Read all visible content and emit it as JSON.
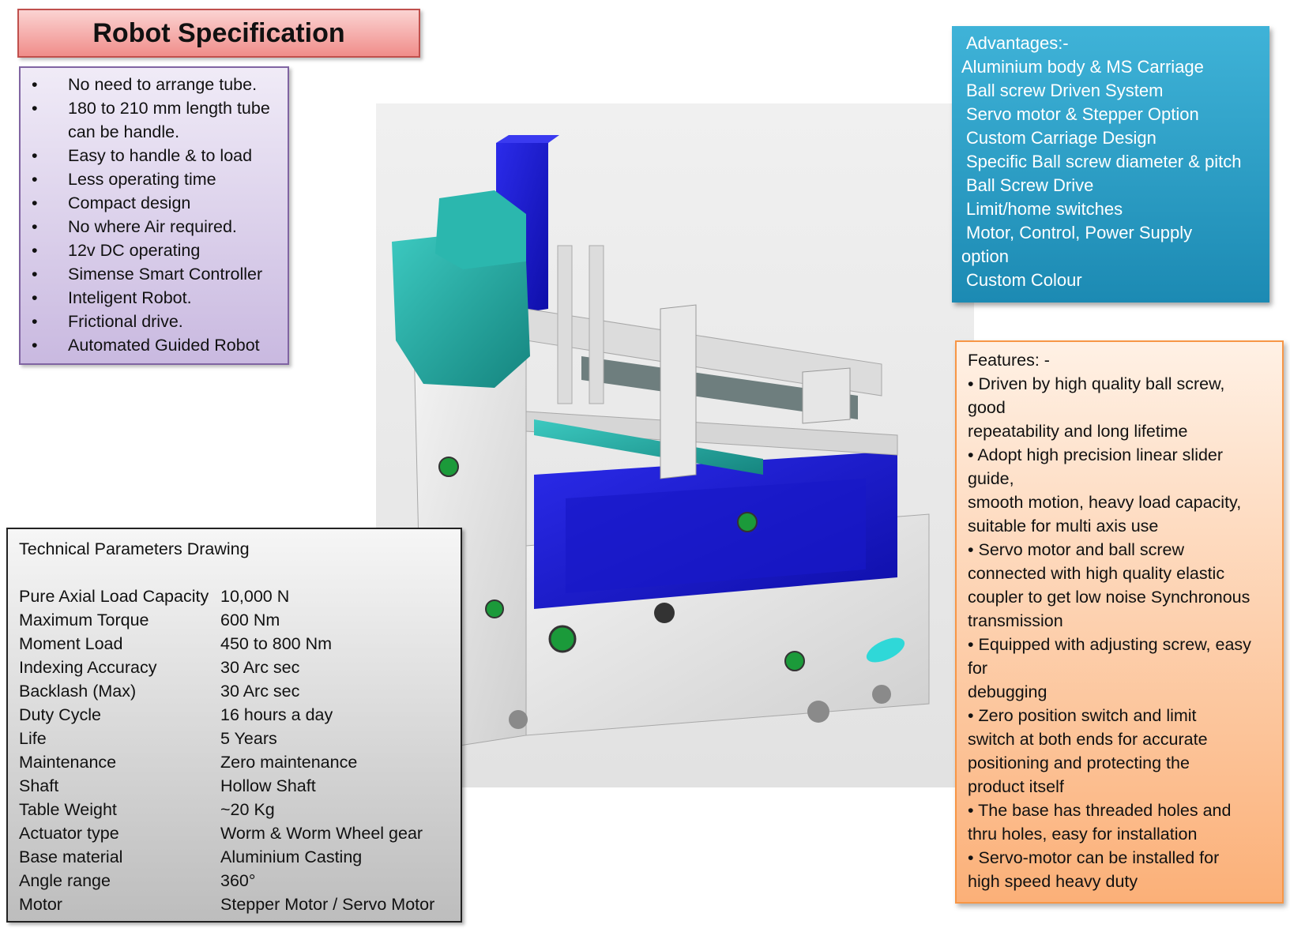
{
  "title": "Robot Specification",
  "spec_list": {
    "items": [
      "No need to arrange tube.",
      "180 to 210 mm length tube can be handle.",
      "Easy to handle & to load",
      "Less operating time",
      "Compact design",
      "No where Air required.",
      "12v DC operating",
      "Simense Smart Controller",
      "Inteligent Robot.",
      "Frictional drive.",
      "Automated Guided Robot"
    ]
  },
  "advantages": {
    "lines": [
      "Advantages:-",
      "Aluminium body & MS Carriage",
      "Ball screw Driven System",
      "Servo motor & Stepper Option",
      "Custom Carriage Design",
      "Specific Ball screw diameter & pitch",
      "Ball Screw Drive",
      "Limit/home switches",
      "Motor, Control, Power Supply",
      "option",
      "Custom Colour"
    ]
  },
  "features": {
    "lines": [
      "Features: -",
      "• Driven by high quality ball screw,",
      "good",
      "repeatability and long lifetime",
      "• Adopt high precision linear slider",
      "guide,",
      "smooth motion, heavy load capacity,",
      "suitable for multi axis use",
      "• Servo motor and ball screw",
      "connected with high quality elastic",
      "coupler to get low noise Synchronous",
      "transmission",
      "• Equipped with adjusting screw, easy",
      "for",
      "debugging",
      "• Zero position switch and limit",
      "switch at both ends for accurate",
      "positioning and protecting the",
      "product itself",
      "• The base has threaded holes and",
      "thru holes, easy for installation",
      "• Servo-motor can be installed for",
      "high speed heavy duty"
    ]
  },
  "technical": {
    "title": "Technical Parameters Drawing",
    "rows": [
      {
        "k": "Pure Axial Load Capacity",
        "v": "10,000 N"
      },
      {
        "k": "Maximum Torque",
        "v": "600 Nm"
      },
      {
        "k": "Moment Load",
        "v": "450 to 800 Nm"
      },
      {
        "k": "Indexing Accuracy",
        "v": "30 Arc sec"
      },
      {
        "k": "Backlash (Max)",
        "v": "30 Arc sec"
      },
      {
        "k": "Duty Cycle",
        "v": "16 hours a day"
      },
      {
        "k": "Life",
        "v": "5 Years"
      },
      {
        "k": "Maintenance",
        "v": "Zero maintenance"
      },
      {
        "k": "Shaft",
        "v": "Hollow Shaft"
      },
      {
        "k": "Table Weight",
        "v": "~20 Kg"
      },
      {
        "k": "Actuator type",
        "v": "Worm & Worm Wheel gear"
      },
      {
        "k": "Base material",
        "v": "Aluminium Casting"
      },
      {
        "k": "Angle range",
        "v": "360°"
      },
      {
        "k": "Motor",
        "v": "Stepper Motor / Servo Motor"
      }
    ]
  },
  "colors": {
    "title_fill": "#f08d8a",
    "spec_fill": "#c9b9e0",
    "advantages_fill": "#1c8ab3",
    "features_fill": "#fbb078",
    "technical_fill": "#bdbdbd",
    "machine_frame": "#e4e4e4",
    "machine_teal": "#1fa7a0",
    "machine_blue": "#1515d0"
  }
}
